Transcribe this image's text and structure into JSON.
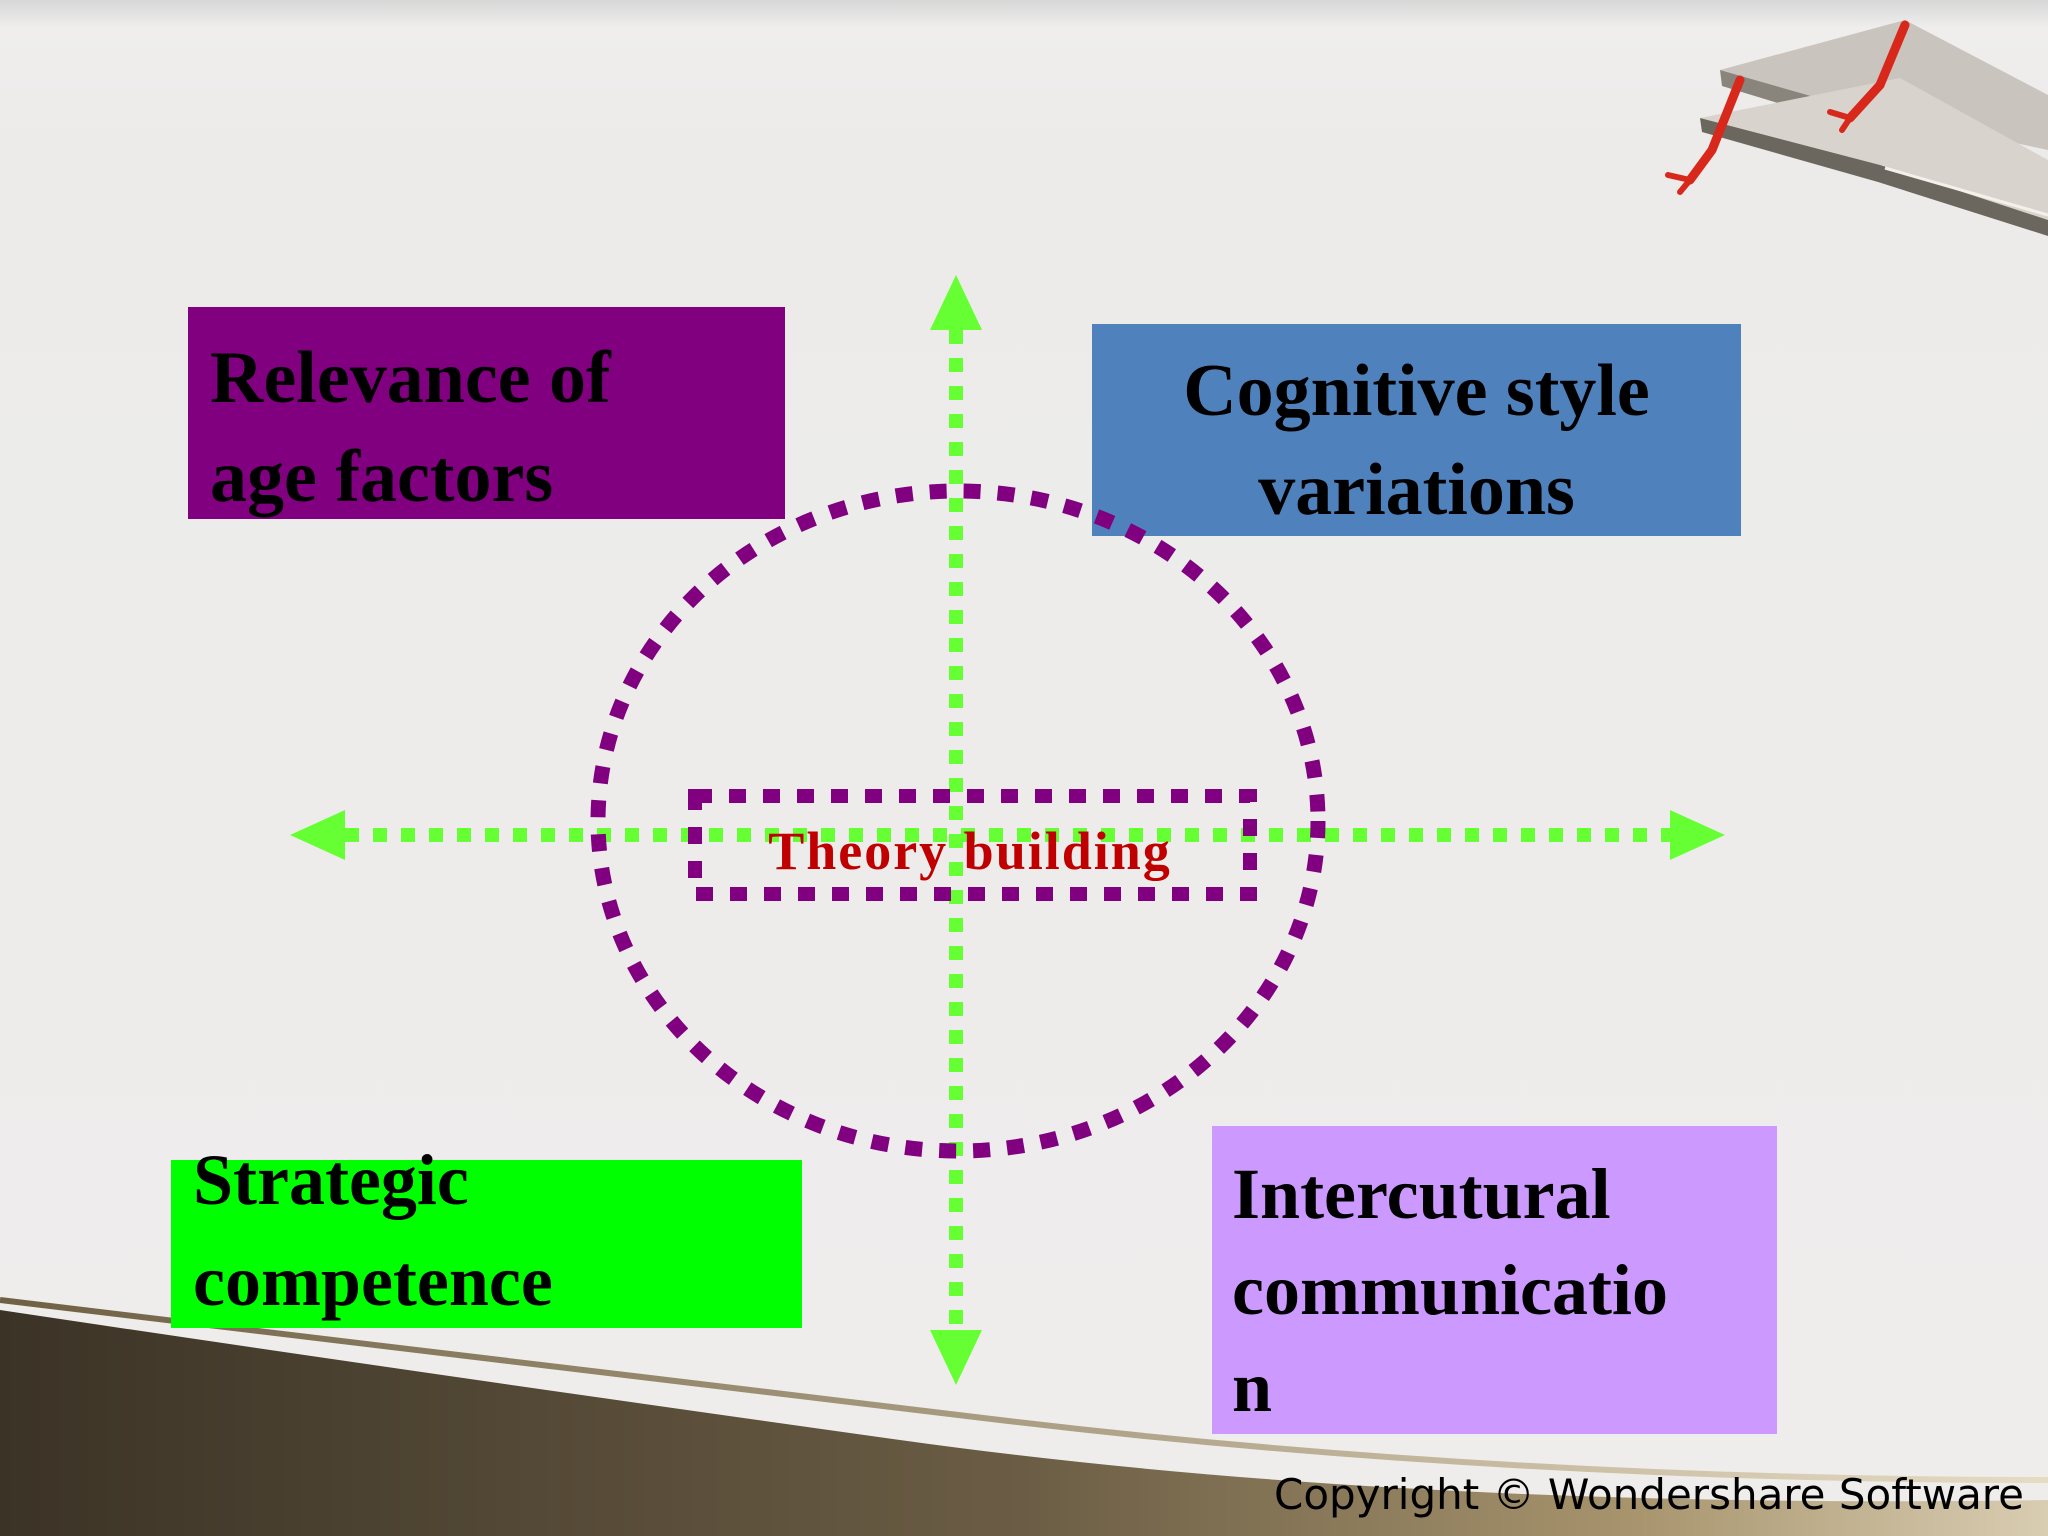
{
  "slide": {
    "boxes": {
      "age": {
        "line1": "Relevance of",
        "line2": "age factors",
        "color": "#800080"
      },
      "cognitive": {
        "line1": "Cognitive style",
        "line2": "variations",
        "color": "#4f81bd"
      },
      "strategic": {
        "line1": "Strategic",
        "line2": "competence",
        "color": "#00ff00"
      },
      "intercultural": {
        "line1": "Intercutural",
        "line2": "communicatio",
        "line3": "n",
        "color": "#cc99ff"
      }
    },
    "center_label": "Theory building",
    "copyright": "Copyright © Wondershare Software",
    "colors": {
      "arrows": "#66ff33",
      "circle": "#800080",
      "label_text": "#c00000"
    },
    "icons": [
      "books-icon"
    ]
  }
}
